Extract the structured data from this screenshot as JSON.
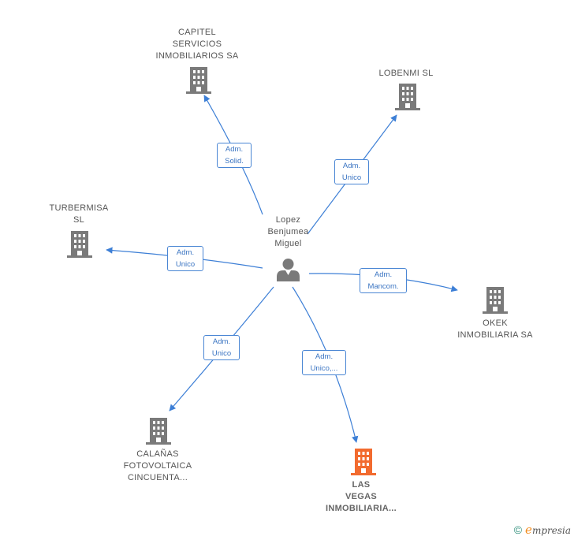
{
  "person": {
    "name": "Lopez\nBenjumea\nMiguel",
    "icon": "person-icon"
  },
  "companies": [
    {
      "id": "capitel",
      "label": "CAPITEL\nSERVICIOS\nINMOBILIARIOS SA",
      "icon": "building-icon",
      "highlight": false
    },
    {
      "id": "lobenmi",
      "label": "LOBENMI SL",
      "icon": "building-icon",
      "highlight": false
    },
    {
      "id": "turbermisa",
      "label": "TURBERMISA\nSL",
      "icon": "building-icon",
      "highlight": false
    },
    {
      "id": "okek",
      "label": "OKEK\nINMOBILIARIA SA",
      "icon": "building-icon",
      "highlight": false
    },
    {
      "id": "calanas",
      "label": "CALAÑAS\nFOTOVOLTAICA\nCINCUENTA...",
      "icon": "building-icon",
      "highlight": false
    },
    {
      "id": "lasvegas",
      "label": "LAS\nVEGAS\nINMOBILIARIA...",
      "icon": "building-icon",
      "highlight": true
    }
  ],
  "relations": [
    {
      "to": "capitel",
      "label": "Adm.\nSolid."
    },
    {
      "to": "lobenmi",
      "label": "Adm.\nUnico"
    },
    {
      "to": "turbermisa",
      "label": "Adm.\nUnico"
    },
    {
      "to": "okek",
      "label": "Adm.\nMancom."
    },
    {
      "to": "calanas",
      "label": "Adm.\nUnico"
    },
    {
      "to": "lasvegas",
      "label": "Adm.\nUnico,..."
    }
  ],
  "colors": {
    "edge": "#3d7fd6",
    "building": "#7a7a7a",
    "building_highlight": "#f26b2f",
    "person": "#7a7a7a"
  },
  "footer": {
    "copyright": "©",
    "brand_initial": "e",
    "brand_rest": "mpresia"
  }
}
